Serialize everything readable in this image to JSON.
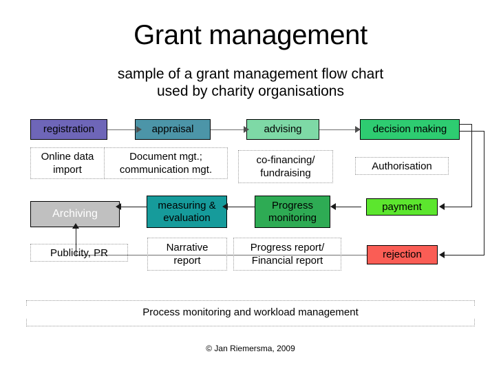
{
  "header": {
    "title": "Grant management",
    "subtitle_line1": "sample of a grant management flow chart",
    "subtitle_line2": "used by charity organisations"
  },
  "diagram": {
    "type": "flowchart",
    "row1": {
      "nodes": [
        {
          "id": "registration",
          "label": "registration",
          "color": "#6e66b8",
          "text_color": "#000000"
        },
        {
          "id": "appraisal",
          "label": "appraisal",
          "color": "#4c95a8",
          "text_color": "#000000"
        },
        {
          "id": "advising",
          "label": "advising",
          "color": "#7ed9a6",
          "text_color": "#000000"
        },
        {
          "id": "decision-making",
          "label": "decision making",
          "color": "#2ecc71",
          "text_color": "#000000"
        }
      ],
      "notes": [
        {
          "id": "online-data-import",
          "line1": "Online data",
          "line2": "import"
        },
        {
          "id": "document-mgt",
          "line1": "Document mgt.;",
          "line2": "communication mgt."
        },
        {
          "id": "co-financing",
          "line1": "co-financing/",
          "line2": "fundraising"
        },
        {
          "id": "authorisation",
          "line1": "Authorisation",
          "line2": ""
        }
      ]
    },
    "row2": {
      "nodes": [
        {
          "id": "archiving",
          "label": "Archiving",
          "line1": "Archiving",
          "line2": "",
          "color": "#c0c0c0",
          "text_color": "#ffffff"
        },
        {
          "id": "measuring-evaluation",
          "label": "measuring & evaluation",
          "line1": "measuring &",
          "line2": "evaluation",
          "color": "#169b9b",
          "text_color": "#000000"
        },
        {
          "id": "progress-monitoring",
          "label": "Progress monitoring",
          "line1": "Progress",
          "line2": "monitoring",
          "color": "#2eab54",
          "text_color": "#000000"
        },
        {
          "id": "payment",
          "label": "payment",
          "line1": "payment",
          "line2": "",
          "color": "#5ce62e",
          "text_color": "#000000"
        },
        {
          "id": "rejection",
          "label": "rejection",
          "line1": "rejection",
          "line2": "",
          "color": "#fa5d55",
          "text_color": "#000000"
        }
      ],
      "notes": [
        {
          "id": "publicity-pr",
          "line1": "Publicity, PR",
          "line2": ""
        },
        {
          "id": "narrative-report",
          "line1": "Narrative",
          "line2": "report"
        },
        {
          "id": "progress-report",
          "line1": "Progress report/",
          "line2": "Financial report"
        }
      ]
    },
    "process_bar": {
      "label": "Process monitoring and workload management"
    }
  },
  "footer": {
    "copyright": "© Jan Riemersma, 2009"
  }
}
